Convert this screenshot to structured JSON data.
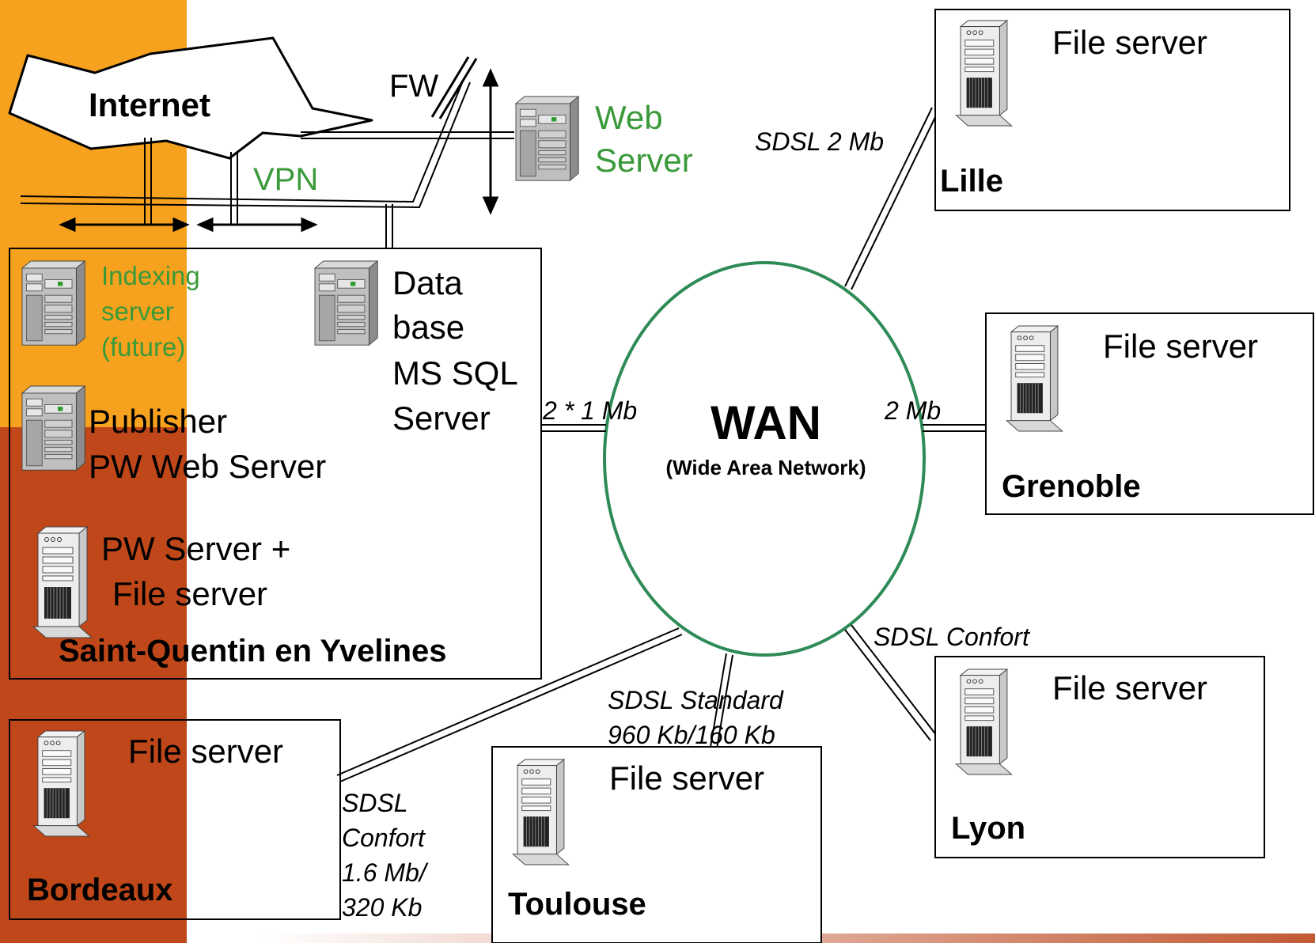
{
  "colors": {
    "band_orange": "#F7A21E",
    "band_rust": "#BF4719",
    "green": "#3A9A3A",
    "wan_ellipse": "#2E8B57",
    "black": "#000000"
  },
  "internet": {
    "label": "Internet"
  },
  "firewall": {
    "label": "FW"
  },
  "vpn": {
    "label": "VPN"
  },
  "web_server": {
    "label_line1": "Web",
    "label_line2": "Server"
  },
  "hq": {
    "site_name": "Saint-Quentin en Yvelines",
    "indexing": {
      "line1": "Indexing",
      "line2": "server",
      "line3": "(future)"
    },
    "database": {
      "line1": "Data",
      "line2": "base",
      "line3": "MS SQL",
      "line4": "Server"
    },
    "publisher": {
      "line1": "Publisher",
      "line2": "PW Web Server"
    },
    "pw_server": {
      "line1": "PW Server +",
      "line2": "File server"
    }
  },
  "wan": {
    "title": "WAN",
    "subtitle": "(Wide Area Network)"
  },
  "links": {
    "hq": "2 * 1 Mb",
    "lille": "SDSL 2 Mb",
    "grenoble": "2 Mb",
    "lyon": "SDSL Confort",
    "toulouse_line1": "SDSL Standard",
    "toulouse_line2": "960 Kb/160 Kb",
    "bordeaux_line1": "SDSL",
    "bordeaux_line2": "Confort",
    "bordeaux_line3": "1.6 Mb/",
    "bordeaux_line4": "320 Kb"
  },
  "sites": {
    "lille": {
      "name": "Lille",
      "server": "File server"
    },
    "grenoble": {
      "name": "Grenoble",
      "server": "File server"
    },
    "lyon": {
      "name": "Lyon",
      "server": "File server"
    },
    "toulouse": {
      "name": "Toulouse",
      "server": "File server"
    },
    "bordeaux": {
      "name": "Bordeaux",
      "server": "File server"
    }
  }
}
